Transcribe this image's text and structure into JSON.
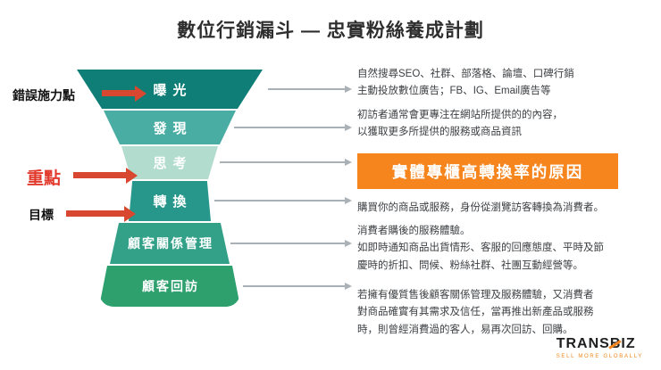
{
  "title": "數位行銷漏斗 — 忠實粉絲養成計劃",
  "funnel": {
    "layers": [
      {
        "label": "曝光",
        "color": "#0e7e76"
      },
      {
        "label": "發現",
        "color": "#4aada4"
      },
      {
        "label": "思考",
        "color": "#b2dccd"
      },
      {
        "label": "轉換",
        "color": "#27978c"
      },
      {
        "label": "顧客關係管理",
        "color": "#33a188"
      },
      {
        "label": "顧客回訪",
        "color": "#2da06e"
      }
    ]
  },
  "annotations": {
    "wrong_focus": {
      "label": "錯誤施力點",
      "color": "#111111"
    },
    "key_point": {
      "label": "重點",
      "color": "#e23b2e"
    },
    "goal": {
      "label": "目標",
      "color": "#111111"
    },
    "arrow_color": "#d8472f"
  },
  "notes": {
    "exposure": "自然搜尋SEO、社群、部落格、論壇、口碑行銷\n主動投放數位廣告；FB、IG、Email廣告等",
    "discovery": "初訪者通常會更專注在網站所提供的的內容，\n以獲取更多所提供的服務或商品資訊",
    "highlight": {
      "text": "實體專櫃高轉換率的原因",
      "background": "#f6851d"
    },
    "conversion": "購買你的商品或服務，身份從瀏覽訪客轉換為消費者。",
    "crm": "消費者購後的服務體驗。\n如即時通知商品出貨情形、客服的回應態度、平時及節\n慶時的折扣、問候、粉絲社群、社團互動經營等。",
    "return_visit": "若擁有優質售後顧客關係管理及服務體驗，又消費者\n對商品確實有其需求及信任，當再推出新產品或服務\n時，則曾經消費過的客人，易再次回訪、回購。"
  },
  "logo": {
    "part1": "TRANS",
    "part2": "B",
    "part3": "IZ",
    "tagline": "SELL MORE GLOBALLY"
  }
}
